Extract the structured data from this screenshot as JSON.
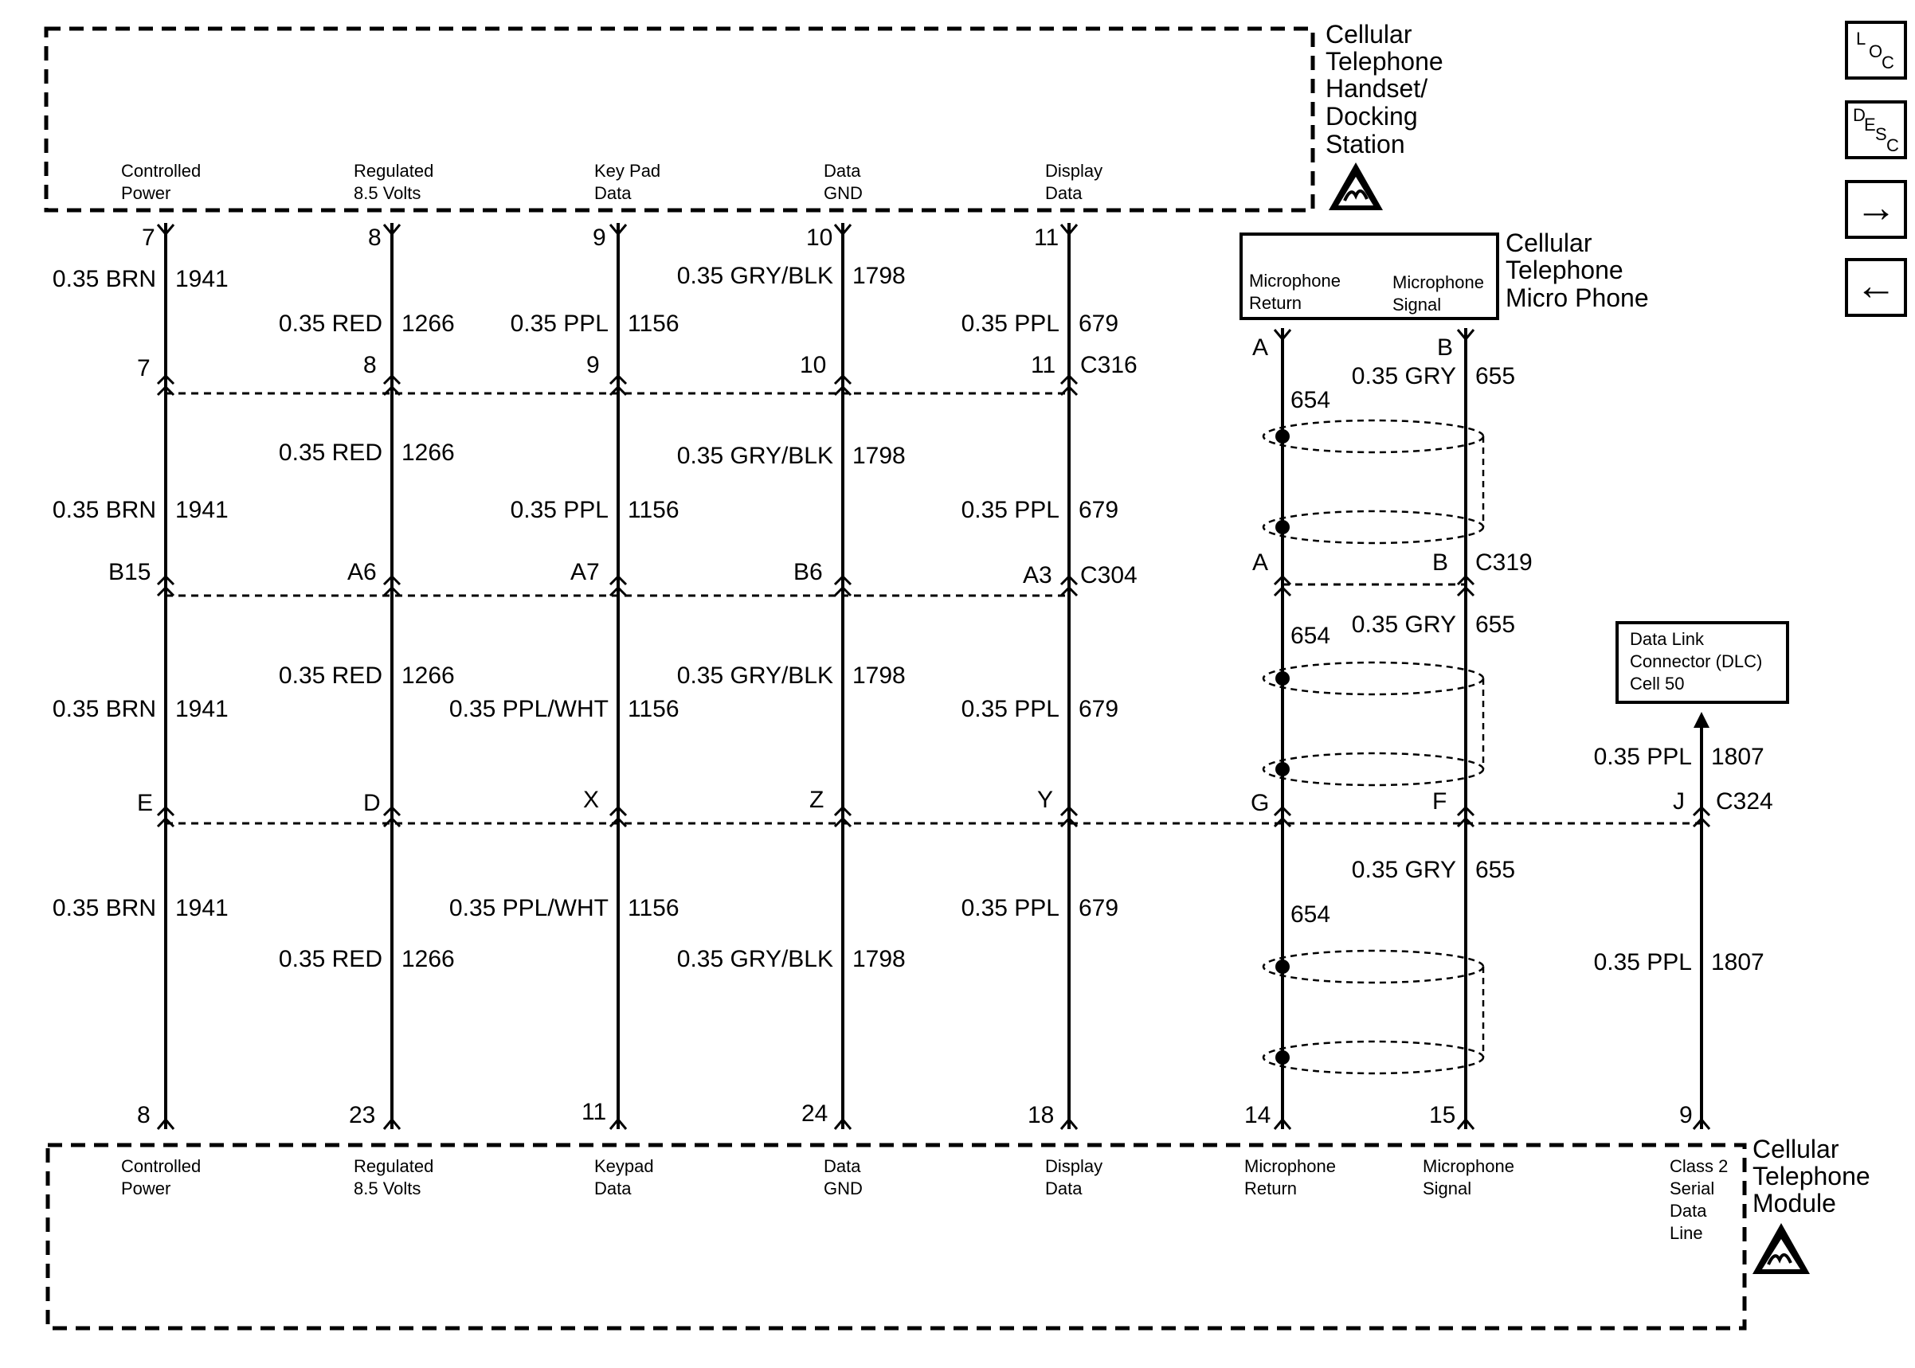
{
  "top_component": {
    "name_lines": [
      "Cellular",
      "Telephone",
      "Handset/",
      "Docking",
      "Station"
    ],
    "pins": [
      {
        "label": [
          "Controlled",
          "Power"
        ],
        "pin": "7"
      },
      {
        "label": [
          "Regulated",
          "8.5 Volts"
        ],
        "pin": "8"
      },
      {
        "label": [
          "Key Pad",
          "Data"
        ],
        "pin": "9"
      },
      {
        "label": [
          "Data",
          "GND"
        ],
        "pin": "10"
      },
      {
        "label": [
          "Display",
          "Data"
        ],
        "pin": "11"
      }
    ]
  },
  "microphone": {
    "name_lines": [
      "Cellular",
      "Telephone",
      "Micro Phone"
    ],
    "pins": [
      {
        "label": [
          "Microphone",
          "Return"
        ],
        "pin": "A"
      },
      {
        "label": [
          "Microphone",
          "Signal"
        ],
        "pin": "B"
      }
    ]
  },
  "dlc": {
    "name_lines": [
      "Data Link",
      "Connector (DLC)",
      "Cell 50"
    ]
  },
  "bottom_component": {
    "name_lines": [
      "Cellular",
      "Telephone",
      "Module"
    ],
    "pins": [
      {
        "label": [
          "Controlled",
          "Power"
        ],
        "pin": "8"
      },
      {
        "label": [
          "Regulated",
          "8.5 Volts"
        ],
        "pin": "23"
      },
      {
        "label": [
          "Keypad",
          "Data"
        ],
        "pin": "11"
      },
      {
        "label": [
          "Data",
          "GND"
        ],
        "pin": "24"
      },
      {
        "label": [
          "Display",
          "Data"
        ],
        "pin": "18"
      },
      {
        "label": [
          "Microphone",
          "Return"
        ],
        "pin": "14"
      },
      {
        "label": [
          "Microphone",
          "Signal"
        ],
        "pin": "15"
      },
      {
        "label": [
          "Class 2",
          "Serial",
          "Data",
          "Line"
        ],
        "pin": "9"
      }
    ]
  },
  "connectors": {
    "c316": {
      "name": "C316",
      "pins": [
        "7",
        "8",
        "9",
        "10",
        "11"
      ]
    },
    "c304": {
      "name": "C304",
      "pins": [
        "B15",
        "A6",
        "A7",
        "B6",
        "A3"
      ]
    },
    "c319": {
      "name": "C319",
      "pins": [
        "A",
        "B"
      ]
    },
    "c324": {
      "name": "C324",
      "pins": [
        "E",
        "D",
        "X",
        "Z",
        "Y",
        "G",
        "F",
        "J"
      ]
    }
  },
  "wire_labels": {
    "seg1": [
      {
        "color": "0.35 BRN",
        "circuit": "1941"
      },
      {
        "color": "0.35 RED",
        "circuit": "1266"
      },
      {
        "color": "0.35 PPL",
        "circuit": "1156"
      },
      {
        "color": "0.35 GRY/BLK",
        "circuit": "1798"
      },
      {
        "color": "0.35 PPL",
        "circuit": "679"
      },
      {
        "color": "0.35 GRY",
        "circuit": "655"
      },
      {
        "color": "",
        "circuit": "654"
      }
    ],
    "seg2": [
      {
        "color": "0.35 BRN",
        "circuit": "1941"
      },
      {
        "color": "0.35 RED",
        "circuit": "1266"
      },
      {
        "color": "0.35 PPL",
        "circuit": "1156"
      },
      {
        "color": "0.35 GRY/BLK",
        "circuit": "1798"
      },
      {
        "color": "0.35 PPL",
        "circuit": "679"
      },
      {
        "color": "0.35 GRY",
        "circuit": "655"
      },
      {
        "color": "",
        "circuit": "654"
      }
    ],
    "seg3": [
      {
        "color": "0.35 BRN",
        "circuit": "1941"
      },
      {
        "color": "0.35 RED",
        "circuit": "1266"
      },
      {
        "color": "0.35 PPL/WHT",
        "circuit": "1156"
      },
      {
        "color": "0.35 GRY/BLK",
        "circuit": "1798"
      },
      {
        "color": "0.35 PPL",
        "circuit": "679"
      },
      {
        "color": "0.35 GRY",
        "circuit": "655"
      },
      {
        "color": "",
        "circuit": "654"
      },
      {
        "color": "0.35 PPL",
        "circuit": "1807"
      }
    ]
  },
  "nav_buttons": {
    "loc": [
      "L",
      "O",
      "C"
    ],
    "desc": [
      "D",
      "E",
      "S",
      "C"
    ],
    "next": "→",
    "prev": "←"
  }
}
